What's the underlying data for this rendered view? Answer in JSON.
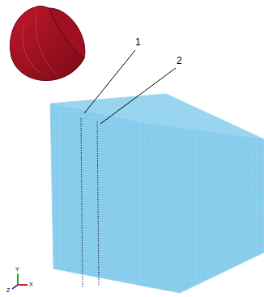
{
  "diagram": {
    "labels": [
      "1",
      "2",
      "Y",
      "Z",
      "X"
    ]
  }
}
